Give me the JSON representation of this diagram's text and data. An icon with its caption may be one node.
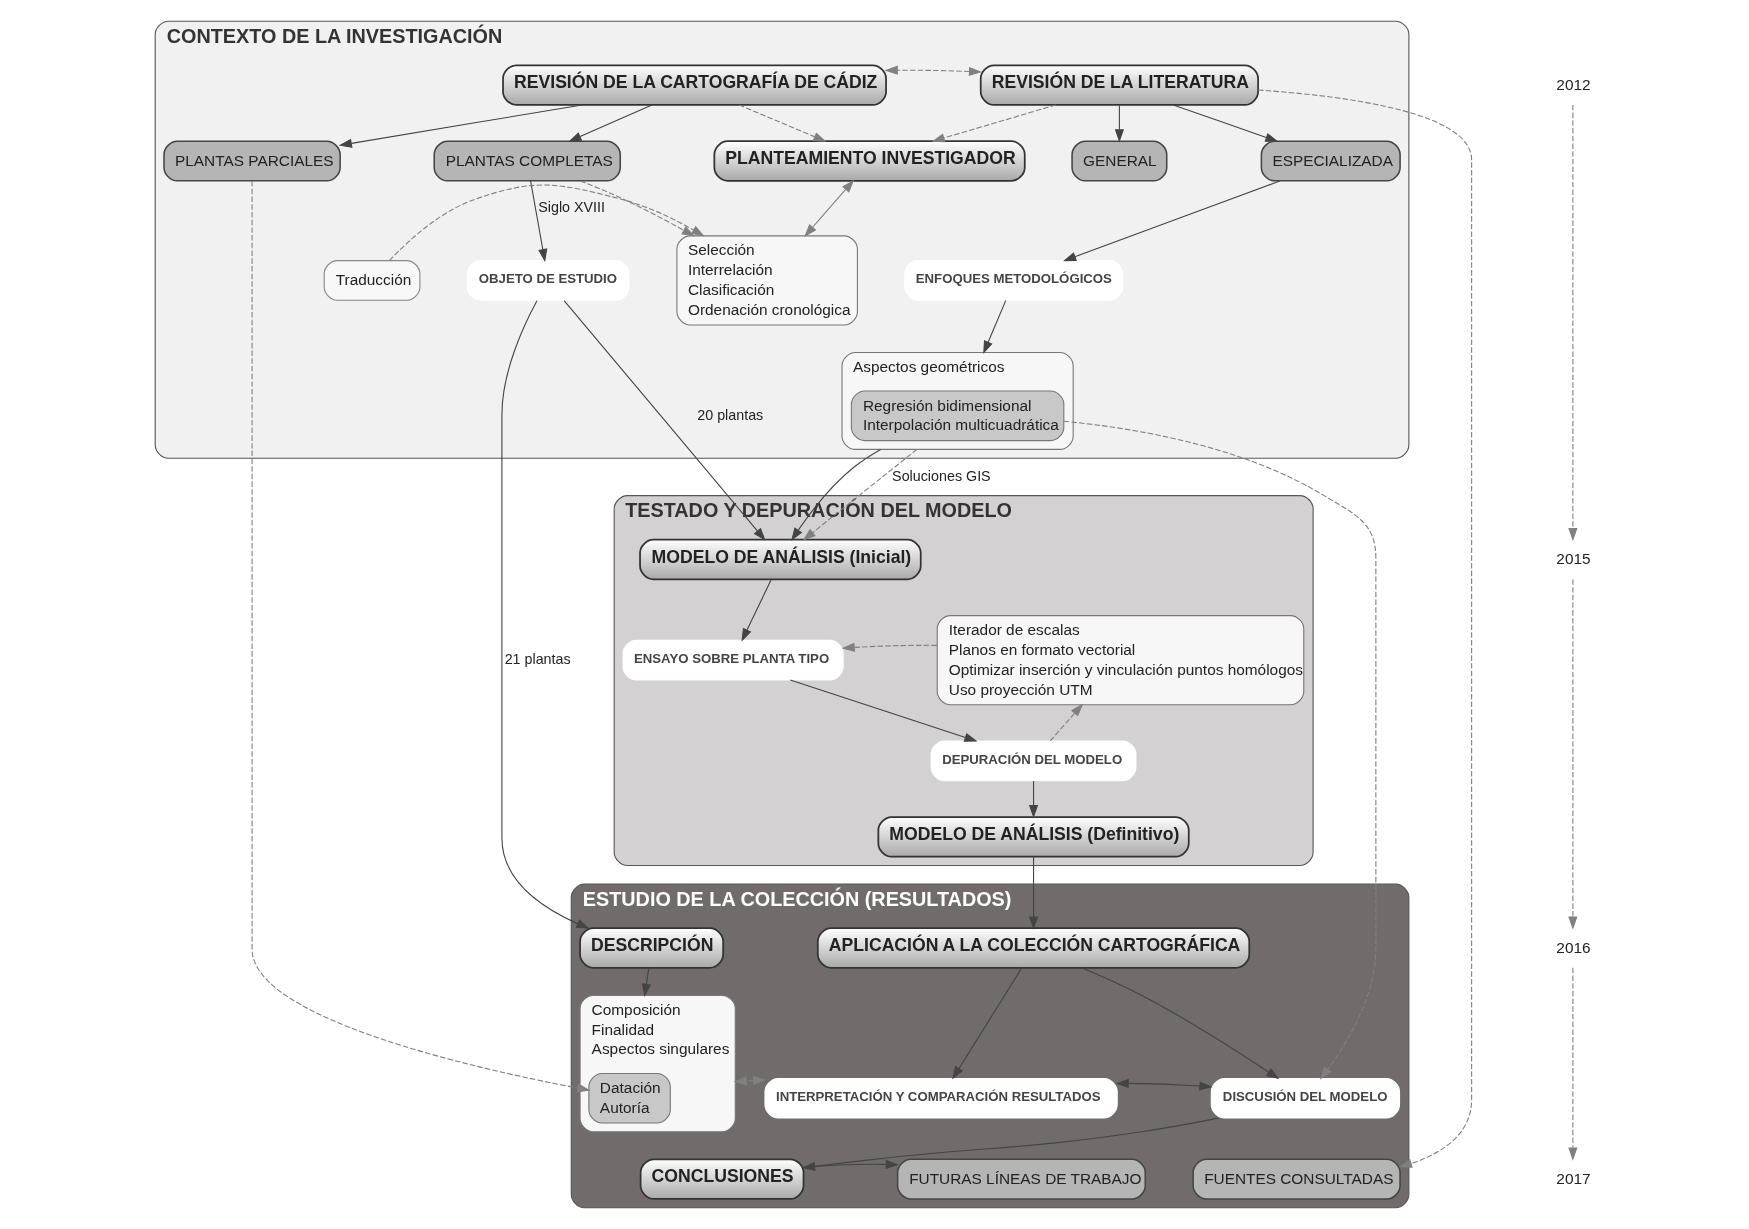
{
  "diagram": {
    "nodes": [
      {
        "text": [
          "CONTEXTO DE LA INVESTIGACIÓN"
        ]
      },
      {
        "text": [
          "REVISIÓN DE LA LITERATURA"
        ],
        "in": 0
      },
      {
        "text": [
          "PLANTEAMIENTO INVESTIGADOR"
        ],
        "in": 0
      },
      {
        "text": [
          "REVISIÓN DE LA CARTOGRAFÍA DE CÁDIZ"
        ],
        "in": 0
      },
      {
        "text": [
          "GENERAL"
        ],
        "in": 0
      },
      {
        "text": [
          "ESPECIALIZADA"
        ],
        "in": 0
      },
      {
        "text": [
          "PLANTAS COMPLETAS"
        ],
        "in": 0
      },
      {
        "text": [
          "PLANTAS PARCIALES"
        ],
        "in": 0
      },
      {
        "text": [
          "Traducción"
        ],
        "in": 0
      },
      {
        "text": [
          "Selección",
          "Interrelación",
          "Clasificación",
          "Ordenación cronológica"
        ],
        "in": 0
      },
      {
        "text": [
          "ENFOQUES METODOLÓGICOS"
        ],
        "in": 0
      },
      {
        "text": [
          "OBJETO DE ESTUDIO"
        ],
        "in": 0
      },
      {
        "text": [
          "Aspectos geométricos"
        ],
        "in": 0
      },
      {
        "text": [
          "Regresión bidimensional",
          "Interpolación multicuadrática"
        ],
        "in": 12
      },
      {
        "text": [
          "TESTADO Y DEPURACIÓN DEL MODELO"
        ]
      },
      {
        "text": [
          "MODELO DE ANÁLISIS (Inicial)"
        ],
        "in": 14
      },
      {
        "text": [
          "Iterador de escalas",
          "Planos en formato vectorial",
          "Optimizar inserción y vinculación puntos homólogos",
          "Uso proyección UTM"
        ],
        "in": 14
      },
      {
        "text": [
          "ENSAYO SOBRE PLANTA TIPO"
        ],
        "in": 14
      },
      {
        "text": [
          "DEPURACIÓN DEL MODELO"
        ],
        "in": 14
      },
      {
        "text": [
          "MODELO DE ANÁLISIS (Definitivo)"
        ],
        "in": 14
      },
      {
        "text": [
          "ESTUDIO DE LA COLECCIÓN (RESULTADOS)"
        ]
      },
      {
        "text": [
          "APLICACIÓN A LA COLECCIÓN CARTOGRÁFICA"
        ],
        "in": 20
      },
      {
        "text": [
          "DESCRIPCIÓN"
        ],
        "in": 20
      },
      {
        "text": [
          "DISCUSIÓN DEL MODELO"
        ],
        "in": 20
      },
      {
        "text": [
          "INTERPRETACIÓN Y COMPARACIÓN RESULTADOS"
        ],
        "in": 20
      },
      {
        "text": [
          "Composición",
          "Finalidad",
          "Aspectos singulares"
        ],
        "in": 20
      },
      {
        "text": [
          "Datación",
          "Autoría"
        ],
        "in": 25
      },
      {
        "text": [
          "FUENTES CONSULTADAS"
        ],
        "in": 20
      },
      {
        "text": [
          "CONCLUSIONES"
        ],
        "in": 20
      },
      {
        "text": [
          "FUTURAS LÍNEAS DE TRABAJO"
        ],
        "in": 20
      },
      {
        "text": [
          "2012"
        ]
      },
      {
        "text": [
          "2015"
        ]
      },
      {
        "text": [
          "2016"
        ]
      },
      {
        "text": [
          "2017"
        ]
      }
    ],
    "edges": [
      {
        "from": 1,
        "to": 4,
        "arrow": "to"
      },
      {
        "from": 1,
        "to": 5,
        "arrow": "to"
      },
      {
        "from": 3,
        "to": 6,
        "arrow": "to"
      },
      {
        "from": 3,
        "to": 7,
        "arrow": "to"
      },
      {
        "from": 1,
        "to": 3,
        "arrow": "both",
        "style": "dashed",
        "color": "#808080"
      },
      {
        "from": 1,
        "to": 2,
        "arrow": "to",
        "style": "dashed",
        "color": "#808080"
      },
      {
        "from": 3,
        "to": 2,
        "arrow": "to",
        "style": "dashed",
        "color": "#808080"
      },
      {
        "from": 2,
        "to": 9,
        "arrow": "both",
        "color": "#808080"
      },
      {
        "from": 5,
        "to": 10,
        "arrow": "to"
      },
      {
        "from": 8,
        "to": 9,
        "arrow": "to",
        "style": "dashed",
        "color": "#808080"
      },
      {
        "from": 6,
        "to": 11,
        "arrow": "to",
        "label": "Siglo XVIII"
      },
      {
        "from": 6,
        "to": 9,
        "arrow": "to",
        "style": "dashed",
        "color": "#808080"
      },
      {
        "from": 10,
        "to": 12,
        "arrow": "to"
      },
      {
        "from": 12,
        "to": 15,
        "arrow": "to"
      },
      {
        "from": 12,
        "to": 15,
        "arrow": "to",
        "label": "Soluciones GIS",
        "style": "dashed",
        "color": "#808080"
      },
      {
        "from": 13,
        "to": 23,
        "arrow": "to",
        "style": "dashed",
        "color": "#808080"
      },
      {
        "from": 1,
        "to": 27,
        "arrow": "to",
        "style": "dashed",
        "color": "#808080"
      },
      {
        "from": 11,
        "to": 15,
        "arrow": "to",
        "label": "20 plantas"
      },
      {
        "from": 11,
        "to": 22,
        "arrow": "to",
        "label": "21 plantas"
      },
      {
        "from": 7,
        "to": 26,
        "arrow": "to",
        "style": "dashed",
        "color": "#808080"
      },
      {
        "from": 15,
        "to": 17,
        "arrow": "to"
      },
      {
        "from": 17,
        "to": 18,
        "arrow": "to"
      },
      {
        "from": 18,
        "to": 19,
        "arrow": "to"
      },
      {
        "from": 16,
        "to": 17,
        "arrow": "to",
        "style": "dashed",
        "color": "#808080"
      },
      {
        "from": 18,
        "to": 16,
        "arrow": "to",
        "style": "dashed",
        "color": "#808080"
      },
      {
        "from": 19,
        "to": 21,
        "arrow": "to"
      },
      {
        "from": 21,
        "to": 23,
        "arrow": "to"
      },
      {
        "from": 21,
        "to": 24,
        "arrow": "to"
      },
      {
        "from": 22,
        "to": 25,
        "arrow": "to"
      },
      {
        "from": 23,
        "to": 24,
        "arrow": "both"
      },
      {
        "from": 24,
        "to": 25,
        "arrow": "both",
        "style": "dashed",
        "color": "#808080"
      },
      {
        "from": 23,
        "to": 28,
        "arrow": "to"
      },
      {
        "from": 28,
        "to": 29,
        "arrow": "to"
      },
      {
        "from": 30,
        "to": 31,
        "arrow": "to",
        "style": "dashed",
        "color": "#808080"
      },
      {
        "from": 31,
        "to": 32,
        "arrow": "to",
        "style": "dashed",
        "color": "#808080"
      },
      {
        "from": 32,
        "to": 33,
        "arrow": "to",
        "style": "dashed",
        "color": "#808080"
      }
    ]
  }
}
